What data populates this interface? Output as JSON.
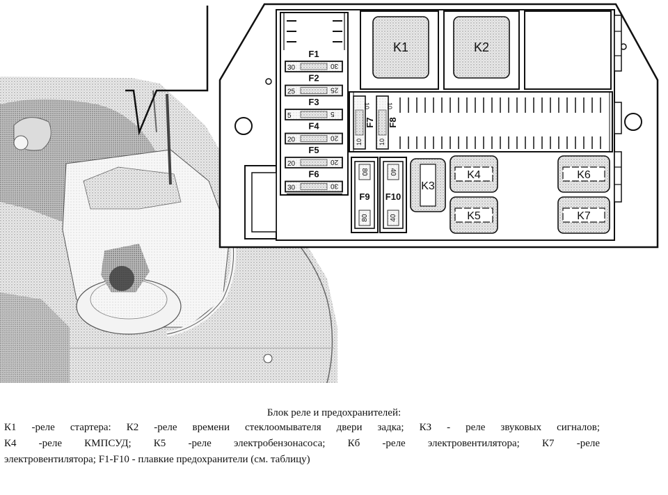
{
  "diagram": {
    "fuses_left": [
      {
        "id": "F1",
        "name": "F1",
        "amps": "30"
      },
      {
        "id": "F2",
        "name": "F2",
        "amps": "25"
      },
      {
        "id": "F3",
        "name": "F3",
        "amps": "5"
      },
      {
        "id": "F4",
        "name": "F4",
        "amps": "20"
      },
      {
        "id": "F5",
        "name": "F5",
        "amps": "20"
      },
      {
        "id": "F6",
        "name": "F6",
        "amps": "30"
      }
    ],
    "fuses_mid": [
      {
        "id": "F7",
        "name": "F7",
        "amps": "10"
      },
      {
        "id": "F8",
        "name": "F8",
        "amps": "10"
      }
    ],
    "fuses_big": [
      {
        "id": "F9",
        "name": "F9",
        "amps": "80"
      },
      {
        "id": "F10",
        "name": "F10",
        "amps": "40"
      }
    ],
    "relays": [
      {
        "id": "K1",
        "name": "K1"
      },
      {
        "id": "K2",
        "name": "K2"
      },
      {
        "id": "K3",
        "name": "K3"
      },
      {
        "id": "K4",
        "name": "K4"
      },
      {
        "id": "K5",
        "name": "K5"
      },
      {
        "id": "K6",
        "name": "K6"
      },
      {
        "id": "K7",
        "name": "K7"
      }
    ]
  },
  "caption": {
    "title": "Блок реле и предохранителей:",
    "line1": "К1 -реле стартера: К2 -реле времени стеклоомывателя двери задка; КЗ - реле звуковых сигналов;",
    "line2": "К4 -реле КМПСУД; К5 -реле электробензонасоса; Кб -реле электровентилятора; К7 -реле",
    "line3": "электровентилятора; F1-F10 - плавкие предохранители (см. таблицу)"
  }
}
